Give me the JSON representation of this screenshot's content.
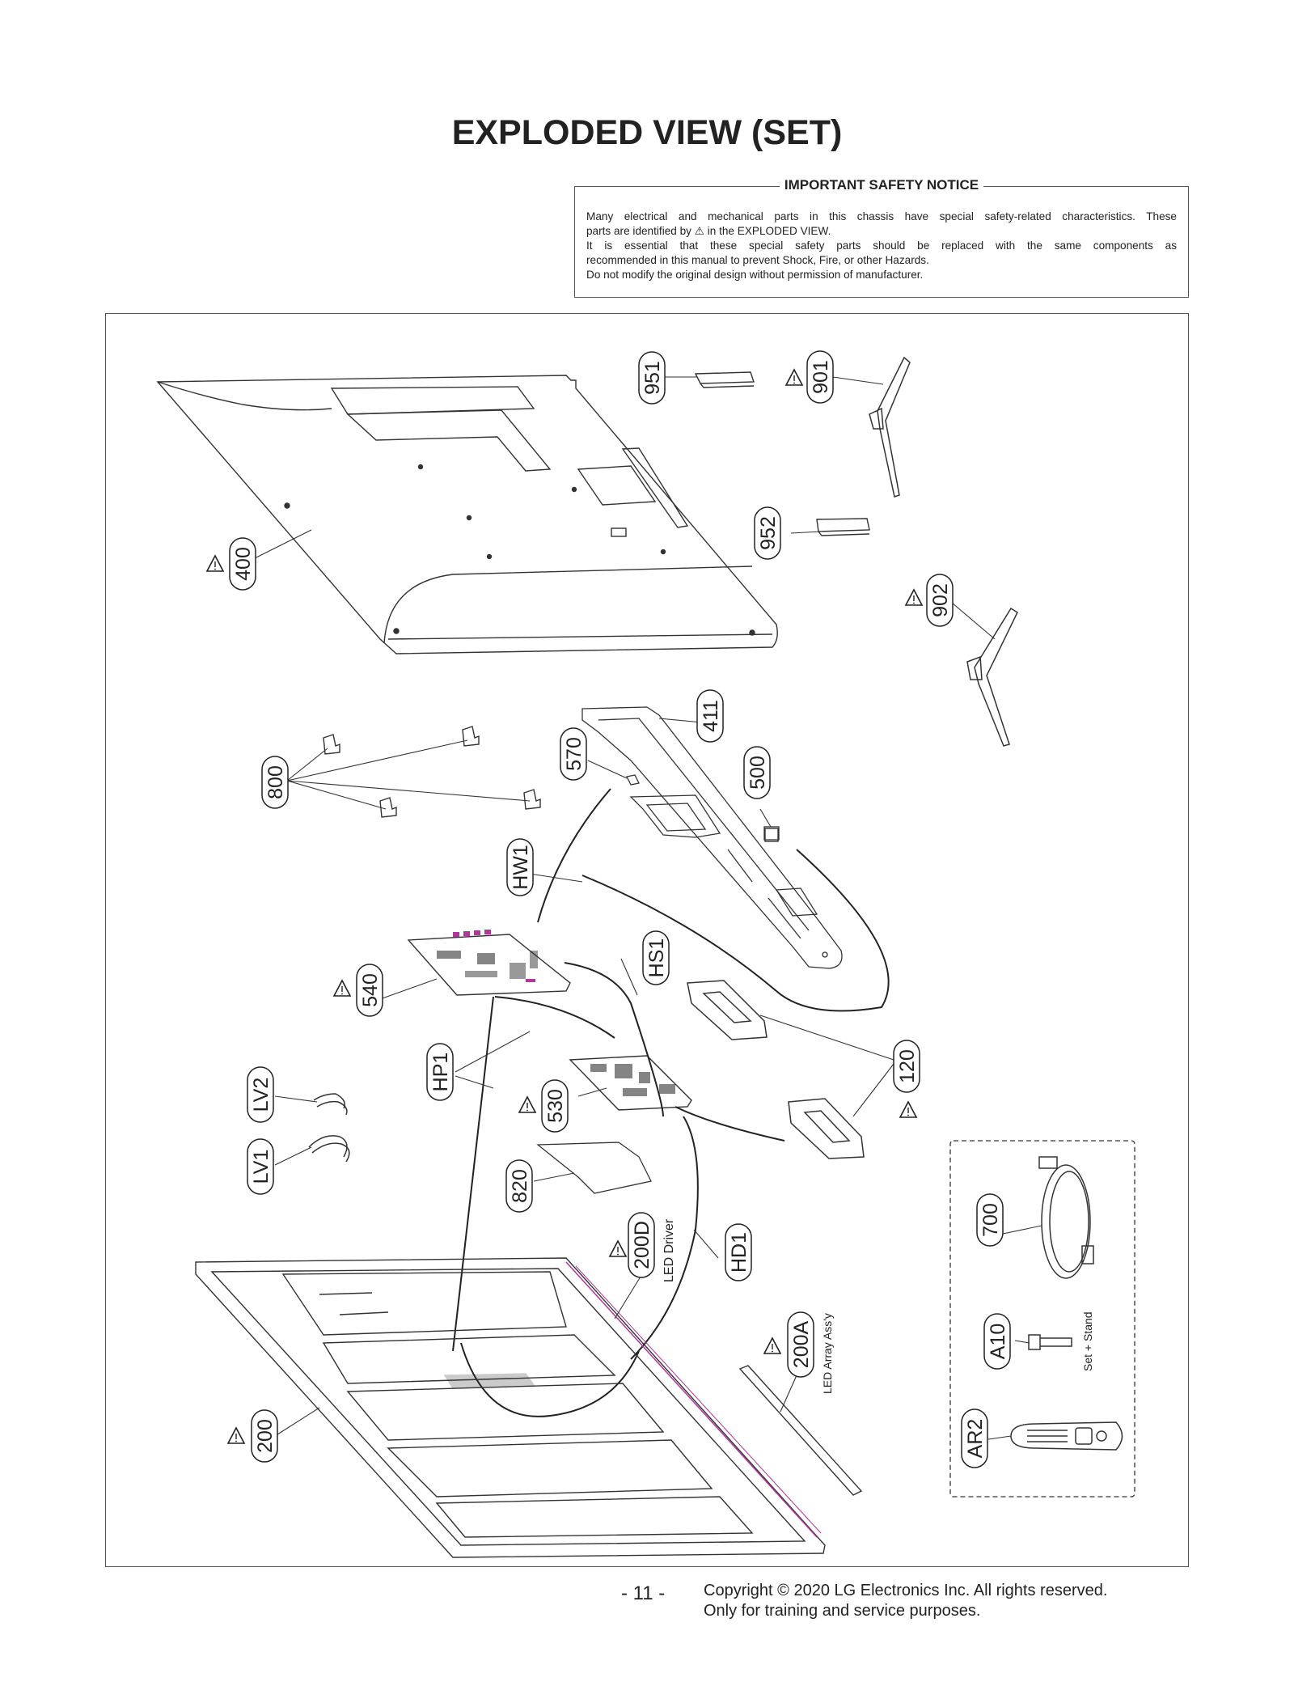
{
  "title": "EXPLODED VIEW (SET)",
  "notice": {
    "heading": "IMPORTANT SAFETY NOTICE",
    "line1": "Many electrical and mechanical parts in this chassis have special safety-related characteristics. These",
    "line2a": "parts are identified by",
    "line2b": "in the EXPLODED VIEW.",
    "line3": "It is essential that these special safety parts should be replaced with the same components as",
    "line4": "recommended in this manual to prevent Shock, Fire, or other Hazards.",
    "line5": "Do not modify the original design without permission of manufacturer."
  },
  "parts": {
    "p951": "951",
    "p901": "901",
    "p952": "952",
    "p400": "400",
    "p902": "902",
    "p411": "411",
    "p570": "570",
    "p500": "500",
    "p800": "800",
    "pHW1": "HW1",
    "p540": "540",
    "pHS1": "HS1",
    "p120": "120",
    "pHP1": "HP1",
    "pLV2": "LV2",
    "p530": "530",
    "pLV1": "LV1",
    "p820": "820",
    "p200D": "200D",
    "pHD1": "HD1",
    "p700": "700",
    "p200A": "200A",
    "pA10": "A10",
    "p200": "200",
    "pAR2": "AR2"
  },
  "captions": {
    "led_driver": "LED Driver",
    "led_array": "LED Array Ass'y",
    "set_stand": "Set + Stand"
  },
  "footer": {
    "page": "- 11 -",
    "copyright1": "Copyright © 2020 LG Electronics Inc. All rights reserved.",
    "copyright2": "Only for training and service purposes."
  },
  "colors": {
    "line": "#222222",
    "board_magenta": "#b0379a",
    "border": "#555555"
  }
}
